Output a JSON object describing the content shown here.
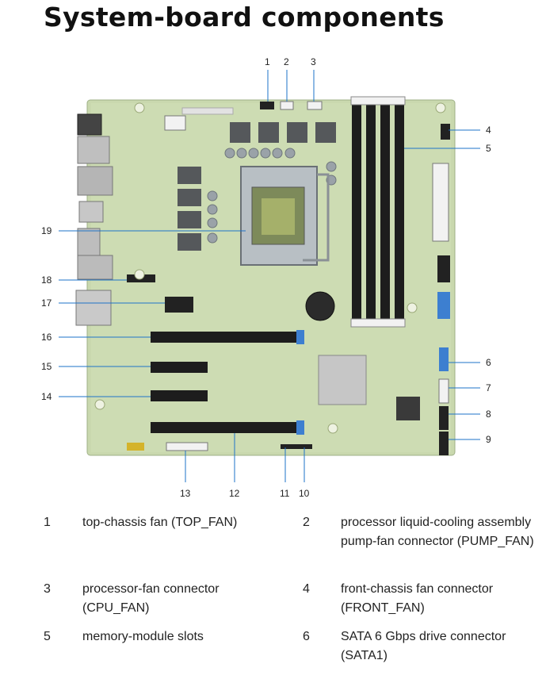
{
  "page": {
    "title": "System-board components"
  },
  "callouts": [
    "1",
    "2",
    "3",
    "4",
    "5",
    "6",
    "7",
    "8",
    "9",
    "10",
    "11",
    "12",
    "13",
    "14",
    "15",
    "16",
    "17",
    "18",
    "19"
  ],
  "legend": [
    {
      "num": "1",
      "text": "top-chassis fan (TOP_FAN)"
    },
    {
      "num": "2",
      "text": "processor liquid-cooling assembly pump-fan connector (PUMP_FAN)"
    },
    {
      "num": "3",
      "text": "processor-fan connector (CPU_FAN)"
    },
    {
      "num": "4",
      "text": "front-chassis fan connector (FRONT_FAN)"
    },
    {
      "num": "5",
      "text": "memory-module slots"
    },
    {
      "num": "6",
      "text": "SATA 6 Gbps drive connector (SATA1)"
    }
  ],
  "colors": {
    "board": "#c9d8ae",
    "leader": "#1e73c8",
    "slot": "#1d1d1d",
    "accent_blue": "#3d7fd0"
  }
}
